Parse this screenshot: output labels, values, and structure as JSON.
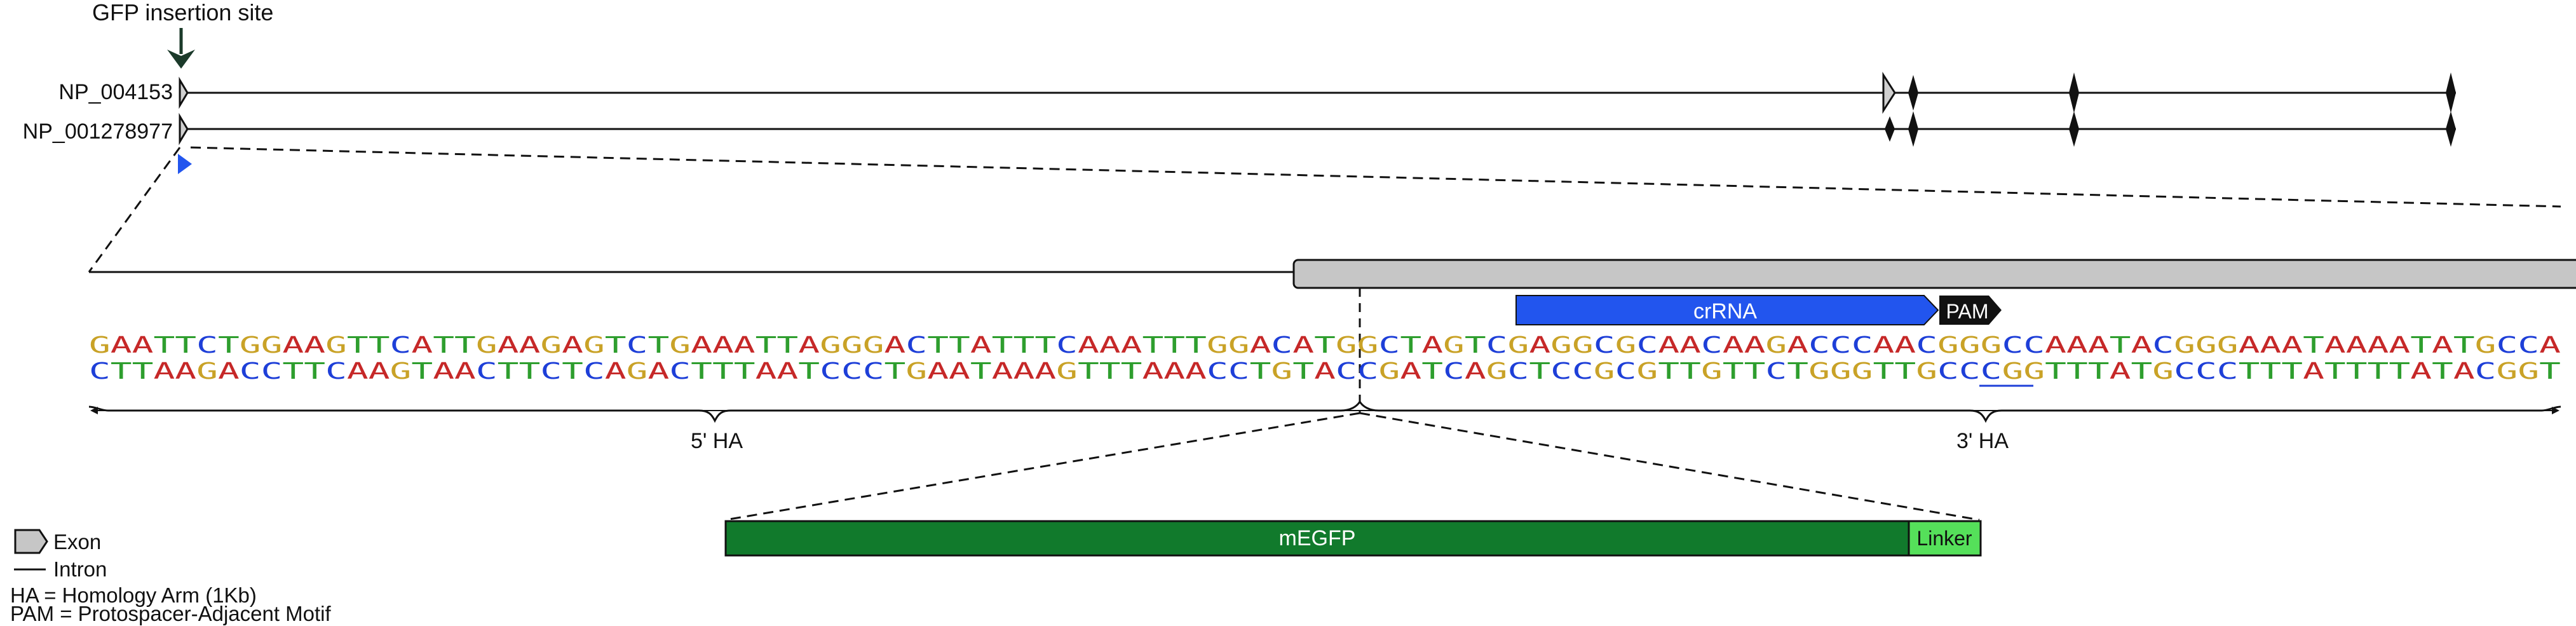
{
  "insertion_label": "GFP insertion site",
  "transcripts": [
    "NP_004153",
    "NP_001278977"
  ],
  "crrna_label": "crRNA",
  "pam_label": "PAM",
  "sequence": {
    "top": "GAATTCTGGAAGTTCATTGAAGAGTCTGAAATTAGGGACTTATTTCAAATTTGGACATGGCTAGTCGAGGCGCAACAAGACCCAACGGGCCAAATACGGGAAATAAAATATGCCA",
    "bottom": "CTTAAGACCTTCAAGTAACTTCTCAGACTTTAATCCCTGAATAAAGTTTAAACCTGTACCGATCAGCTCCGCGTTGTTCTGGGTTGCCCGGTTTATGCCCTTTATTTTATACGGT",
    "base_colors": {
      "A": "#c62828",
      "T": "#2e9e2e",
      "G": "#c9a227",
      "C": "#1e3fd8"
    }
  },
  "homology_arms": {
    "left": "5' HA",
    "right": "3' HA"
  },
  "insert": {
    "gfp_label": "mEGFP",
    "linker_label": "Linker"
  },
  "colors": {
    "crrna": "#2255ee",
    "pam": "#111111",
    "gfp": "#117a2c",
    "linker": "#55e05a",
    "exon": "#c6c6c6",
    "marker": "#2255ee"
  },
  "legend": {
    "exon": "Exon",
    "intron": "Intron",
    "ha_def": "HA = Homology Arm (1Kb)",
    "pam_def": "PAM = Protospacer-Adjacent Motif"
  }
}
